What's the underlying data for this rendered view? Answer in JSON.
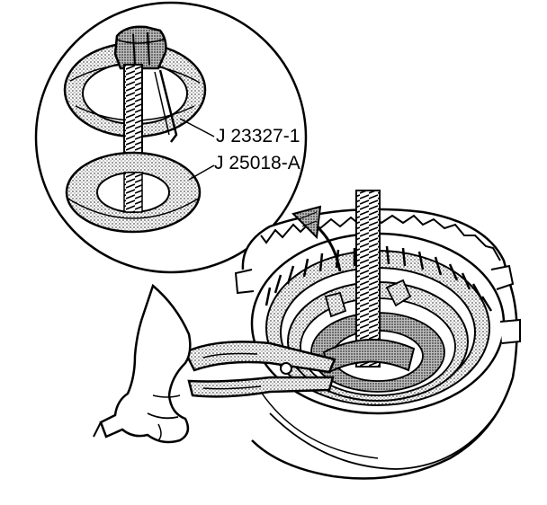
{
  "diagram": {
    "labels": [
      {
        "id": "tool-1",
        "text": "J 23327-1"
      },
      {
        "id": "tool-2",
        "text": "J 25018-A"
      }
    ],
    "parts": [
      "detail-magnifier-circle",
      "spring-compressor-tool",
      "clutch-housing",
      "snap-ring-pliers",
      "hand"
    ],
    "colors": {
      "ink": "#000000",
      "paper": "#ffffff",
      "shade": "#9a9a9a"
    }
  }
}
